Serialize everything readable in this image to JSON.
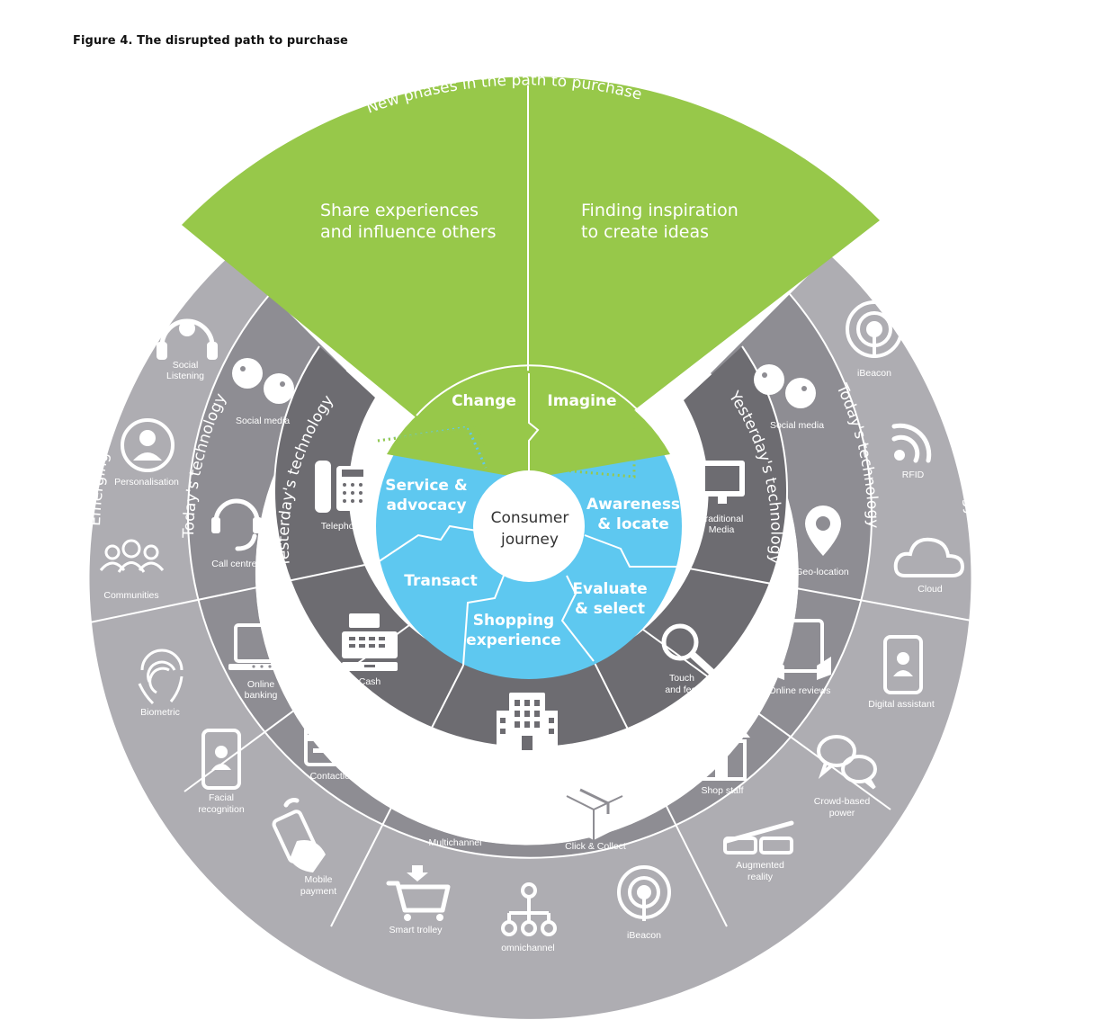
{
  "figure_title": "Figure 4. The disrupted path to purchase",
  "green_wedge": {
    "title": "New phases in the path to purchase",
    "left_text": [
      "Share experiences",
      "and influence others"
    ],
    "right_text": [
      "Finding inspiration",
      "to create ideas"
    ]
  },
  "center": {
    "line1": "Consumer",
    "line2": "journey"
  },
  "phases": {
    "change": "Change",
    "imagine": "Imagine",
    "service": [
      "Service &",
      "advocacy"
    ],
    "awareness": [
      "Awareness",
      "& locate"
    ],
    "transact": "Transact",
    "evaluate": [
      "Evaluate",
      "& select"
    ],
    "shopping": [
      "Shopping",
      "experience"
    ]
  },
  "ring_titles": {
    "emerging": "Emerging technology",
    "today": "Today's technology",
    "yesterday": "Yesterday's technology"
  },
  "labels": {
    "social_listening": [
      "Social",
      "Listening"
    ],
    "personalisation": "Personalisation",
    "communities": "Communities",
    "social_media_left": "Social media",
    "call_centres": "Call centres",
    "telephone": "Telephone",
    "ibeacon_top": "iBeacon",
    "rfid": "RFID",
    "cloud": "Cloud",
    "social_media_right": "Social media",
    "geo_location": "Geo-location",
    "traditional_media": [
      "Traditional",
      "Media"
    ],
    "biometric": "Biometric",
    "facial_recognition": [
      "Facial",
      "recognition"
    ],
    "mobile_payment": [
      "Mobile",
      "payment"
    ],
    "online_banking": [
      "Online",
      "banking"
    ],
    "contactless": "Contactless",
    "cash": "Cash",
    "smart_trolley": "Smart trolley",
    "omnichannel": "omnichannel",
    "ibeacon_bottom": "iBeacon",
    "multichannel": "Multichannel",
    "click_collect": "Click & Collect",
    "stores": "Stores",
    "digital_assistant": "Digital assistant",
    "crowd_power": [
      "Crowd-based",
      "power"
    ],
    "augmented_reality": [
      "Augmented",
      "reality"
    ],
    "online_reviews": "Online reviews",
    "shop_staff": "Shop staff",
    "touch_feel": [
      "Touch",
      "and feel"
    ]
  },
  "colors": {
    "green": "#97c84a",
    "cyan": "#5ec8f0",
    "outer_ring": "#aeadb2",
    "middle_ring": "#8e8d93",
    "inner_ring": "#6d6c71"
  }
}
